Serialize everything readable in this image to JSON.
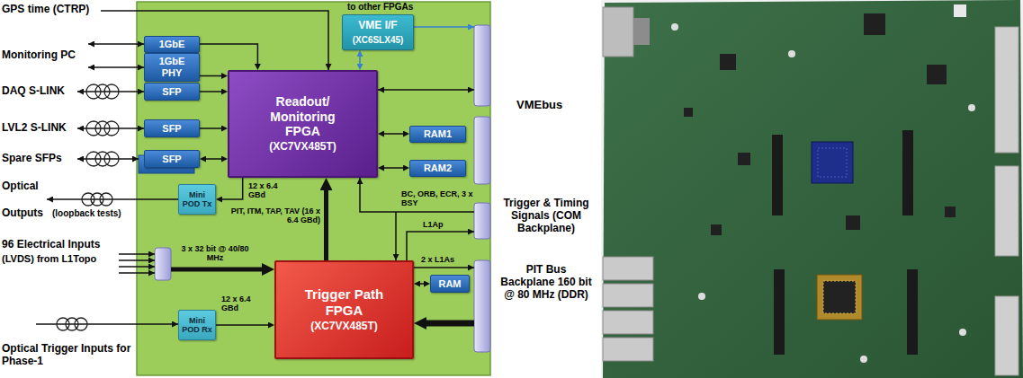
{
  "diagram": {
    "nodes": [
      {
        "text": [
          "1GbE"
        ]
      },
      {
        "text": [
          "1GbE PHY"
        ]
      },
      {
        "text": [
          "SFP"
        ]
      },
      {
        "text": [
          "SFP"
        ]
      },
      {
        "text": [
          "SFP"
        ]
      },
      {
        "text": [
          "VME I/F",
          "(XC6SLX45)"
        ]
      },
      {
        "text": [
          "Readout/ Monitoring FPGA",
          "(XC7VX485T)"
        ]
      },
      {
        "text": [
          "RAM1"
        ]
      },
      {
        "text": [
          "RAM2"
        ]
      },
      {
        "text": [
          "Mini POD Tx"
        ]
      },
      {
        "text": [
          "Trigger Path FPGA",
          "(XC7VX485T)"
        ]
      },
      {
        "text": [
          "RAM"
        ]
      },
      {
        "text": [
          "Mini POD Rx"
        ]
      }
    ],
    "edges": [
      {
        "from": 0,
        "to": 6,
        "arrow": "to"
      },
      {
        "from": 1,
        "to": 6,
        "arrow": "to"
      },
      {
        "from": 2,
        "to": 6,
        "arrow": "to"
      },
      {
        "from": 3,
        "to": 6,
        "arrow": "to"
      },
      {
        "from": 4,
        "to": 6,
        "arrow": "both"
      },
      {
        "from": 6,
        "to": 9,
        "label": "12 x 6.4 GBd",
        "arrow": "to"
      },
      {
        "from": 5,
        "to": 6,
        "arrow": "both"
      },
      {
        "from": 6,
        "to": 7,
        "arrow": "both"
      },
      {
        "from": 6,
        "to": 8,
        "arrow": "both"
      },
      {
        "from": 10,
        "to": 6,
        "label": "PIT, ITM, TAP, TAV (16 x 6.4 GBd)",
        "arrow": "to"
      },
      {
        "from": 10,
        "to": 11,
        "arrow": "both"
      },
      {
        "from": 12,
        "to": 10,
        "label": "12 x 6.4 GBd",
        "arrow": "to"
      }
    ],
    "labels": [
      "GPS time (CTRP)",
      "Monitoring PC",
      "DAQ S-LINK",
      "LVL2 S-LINK",
      "Spare SFPs",
      "Optical",
      "Outputs",
      "(loopback tests)",
      "96 Electrical Inputs",
      "(LVDS) from L1Topo",
      "3 x 32 bit @ 40/80 MHz",
      "Optical Trigger Inputs for Phase-1",
      "to other FPGAs",
      "VMEbus",
      "BC, ORB, ECR, 3 x BSY",
      "L1Ap",
      "2 x L1As",
      "Trigger & Timing Signals (COM Backplane)",
      "PIT Bus Backplane 160 bit @ 80 MHz (DDR)"
    ]
  }
}
